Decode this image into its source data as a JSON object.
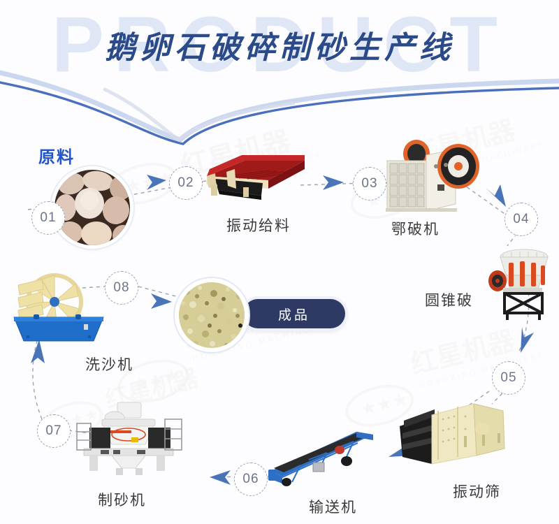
{
  "page": {
    "title": "鹅卵石破碎制砂生产线",
    "watermark_text": "PRODUCT",
    "brand_watermark": "红星机器",
    "brand_watermark_en": "HONGXING MACHINERY"
  },
  "colors": {
    "background": "#fdfdff",
    "title": "#2a4a8a",
    "watermark": "#dfe6f5",
    "arrow": "#4a74b8",
    "badge_text": "#6c7488",
    "badge_border": "#9aa3b5",
    "raw_label": "#2255cc",
    "node_label": "#3b3b3b",
    "product_pill": "#2e3a63",
    "swoosh_dark": "#4a6fbd",
    "swoosh_light": "#a9bfe6"
  },
  "raw_material": {
    "label": "原料",
    "image_name": "cobblestone-photo"
  },
  "finished_product": {
    "label": "成品",
    "image_name": "finished-sand-photo"
  },
  "steps": [
    {
      "number": "01",
      "label": "原料",
      "machine": "cobblestone-pile"
    },
    {
      "number": "02",
      "label": "振动给料",
      "machine": "vibrating-feeder"
    },
    {
      "number": "03",
      "label": "鄂破机",
      "machine": "jaw-crusher"
    },
    {
      "number": "04",
      "label": "圆锥破",
      "machine": "cone-crusher"
    },
    {
      "number": "05",
      "label": "振动筛",
      "machine": "vibrating-screen"
    },
    {
      "number": "06",
      "label": "输送机",
      "machine": "belt-conveyor"
    },
    {
      "number": "07",
      "label": "制砂机",
      "machine": "sand-making-machine"
    },
    {
      "number": "08",
      "label": "洗沙机",
      "machine": "sand-washing-machine"
    }
  ],
  "flow_order": [
    "01",
    "02",
    "03",
    "04",
    "05",
    "06",
    "07",
    "08",
    "成品"
  ]
}
